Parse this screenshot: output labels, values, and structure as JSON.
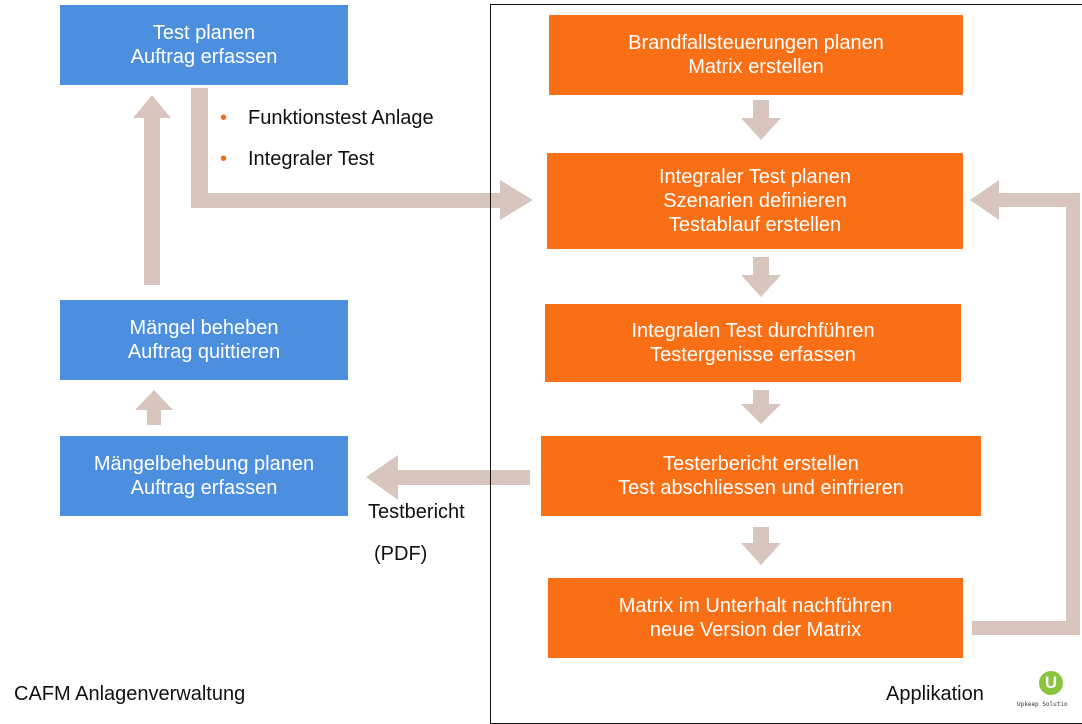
{
  "colors": {
    "cafm_box": "#4d8fdf",
    "app_box": "#f96f16",
    "arrow": "#d8c5be",
    "bullet": "#f26a1b"
  },
  "cafm": {
    "section_label": "CAFM Anlagenverwaltung",
    "test_planen": {
      "line1": "Test planen",
      "line2": "Auftrag erfassen"
    },
    "bullets": [
      "Funktionstest Anlage",
      "Integraler Test"
    ],
    "maengel_beheben": {
      "line1": "Mängel beheben",
      "line2": "Auftrag quittieren"
    },
    "maengelbehebung_planen": {
      "line1": "Mängelbehebung planen",
      "line2": "Auftrag erfassen"
    }
  },
  "report_label": {
    "line1": "Testbericht",
    "line2": "(PDF)"
  },
  "application": {
    "section_label": "Applikation",
    "logo_icon": "upkeep-logo-icon",
    "logo_letter": "U",
    "logo_text": "Upkeep Solutio",
    "steps": [
      {
        "lines": [
          "Brandfallsteuerungen planen",
          "Matrix erstellen"
        ]
      },
      {
        "lines": [
          "Integraler Test planen",
          "Szenarien definieren",
          "Testablauf erstellen"
        ]
      },
      {
        "lines": [
          "Integralen Test durchführen",
          "Testergenisse erfassen"
        ]
      },
      {
        "lines": [
          "Testerbericht erstellen",
          "Test abschliessen und einfrieren"
        ]
      },
      {
        "lines": [
          "Matrix im Unterhalt nachführen",
          "neue Version der Matrix"
        ]
      }
    ]
  }
}
